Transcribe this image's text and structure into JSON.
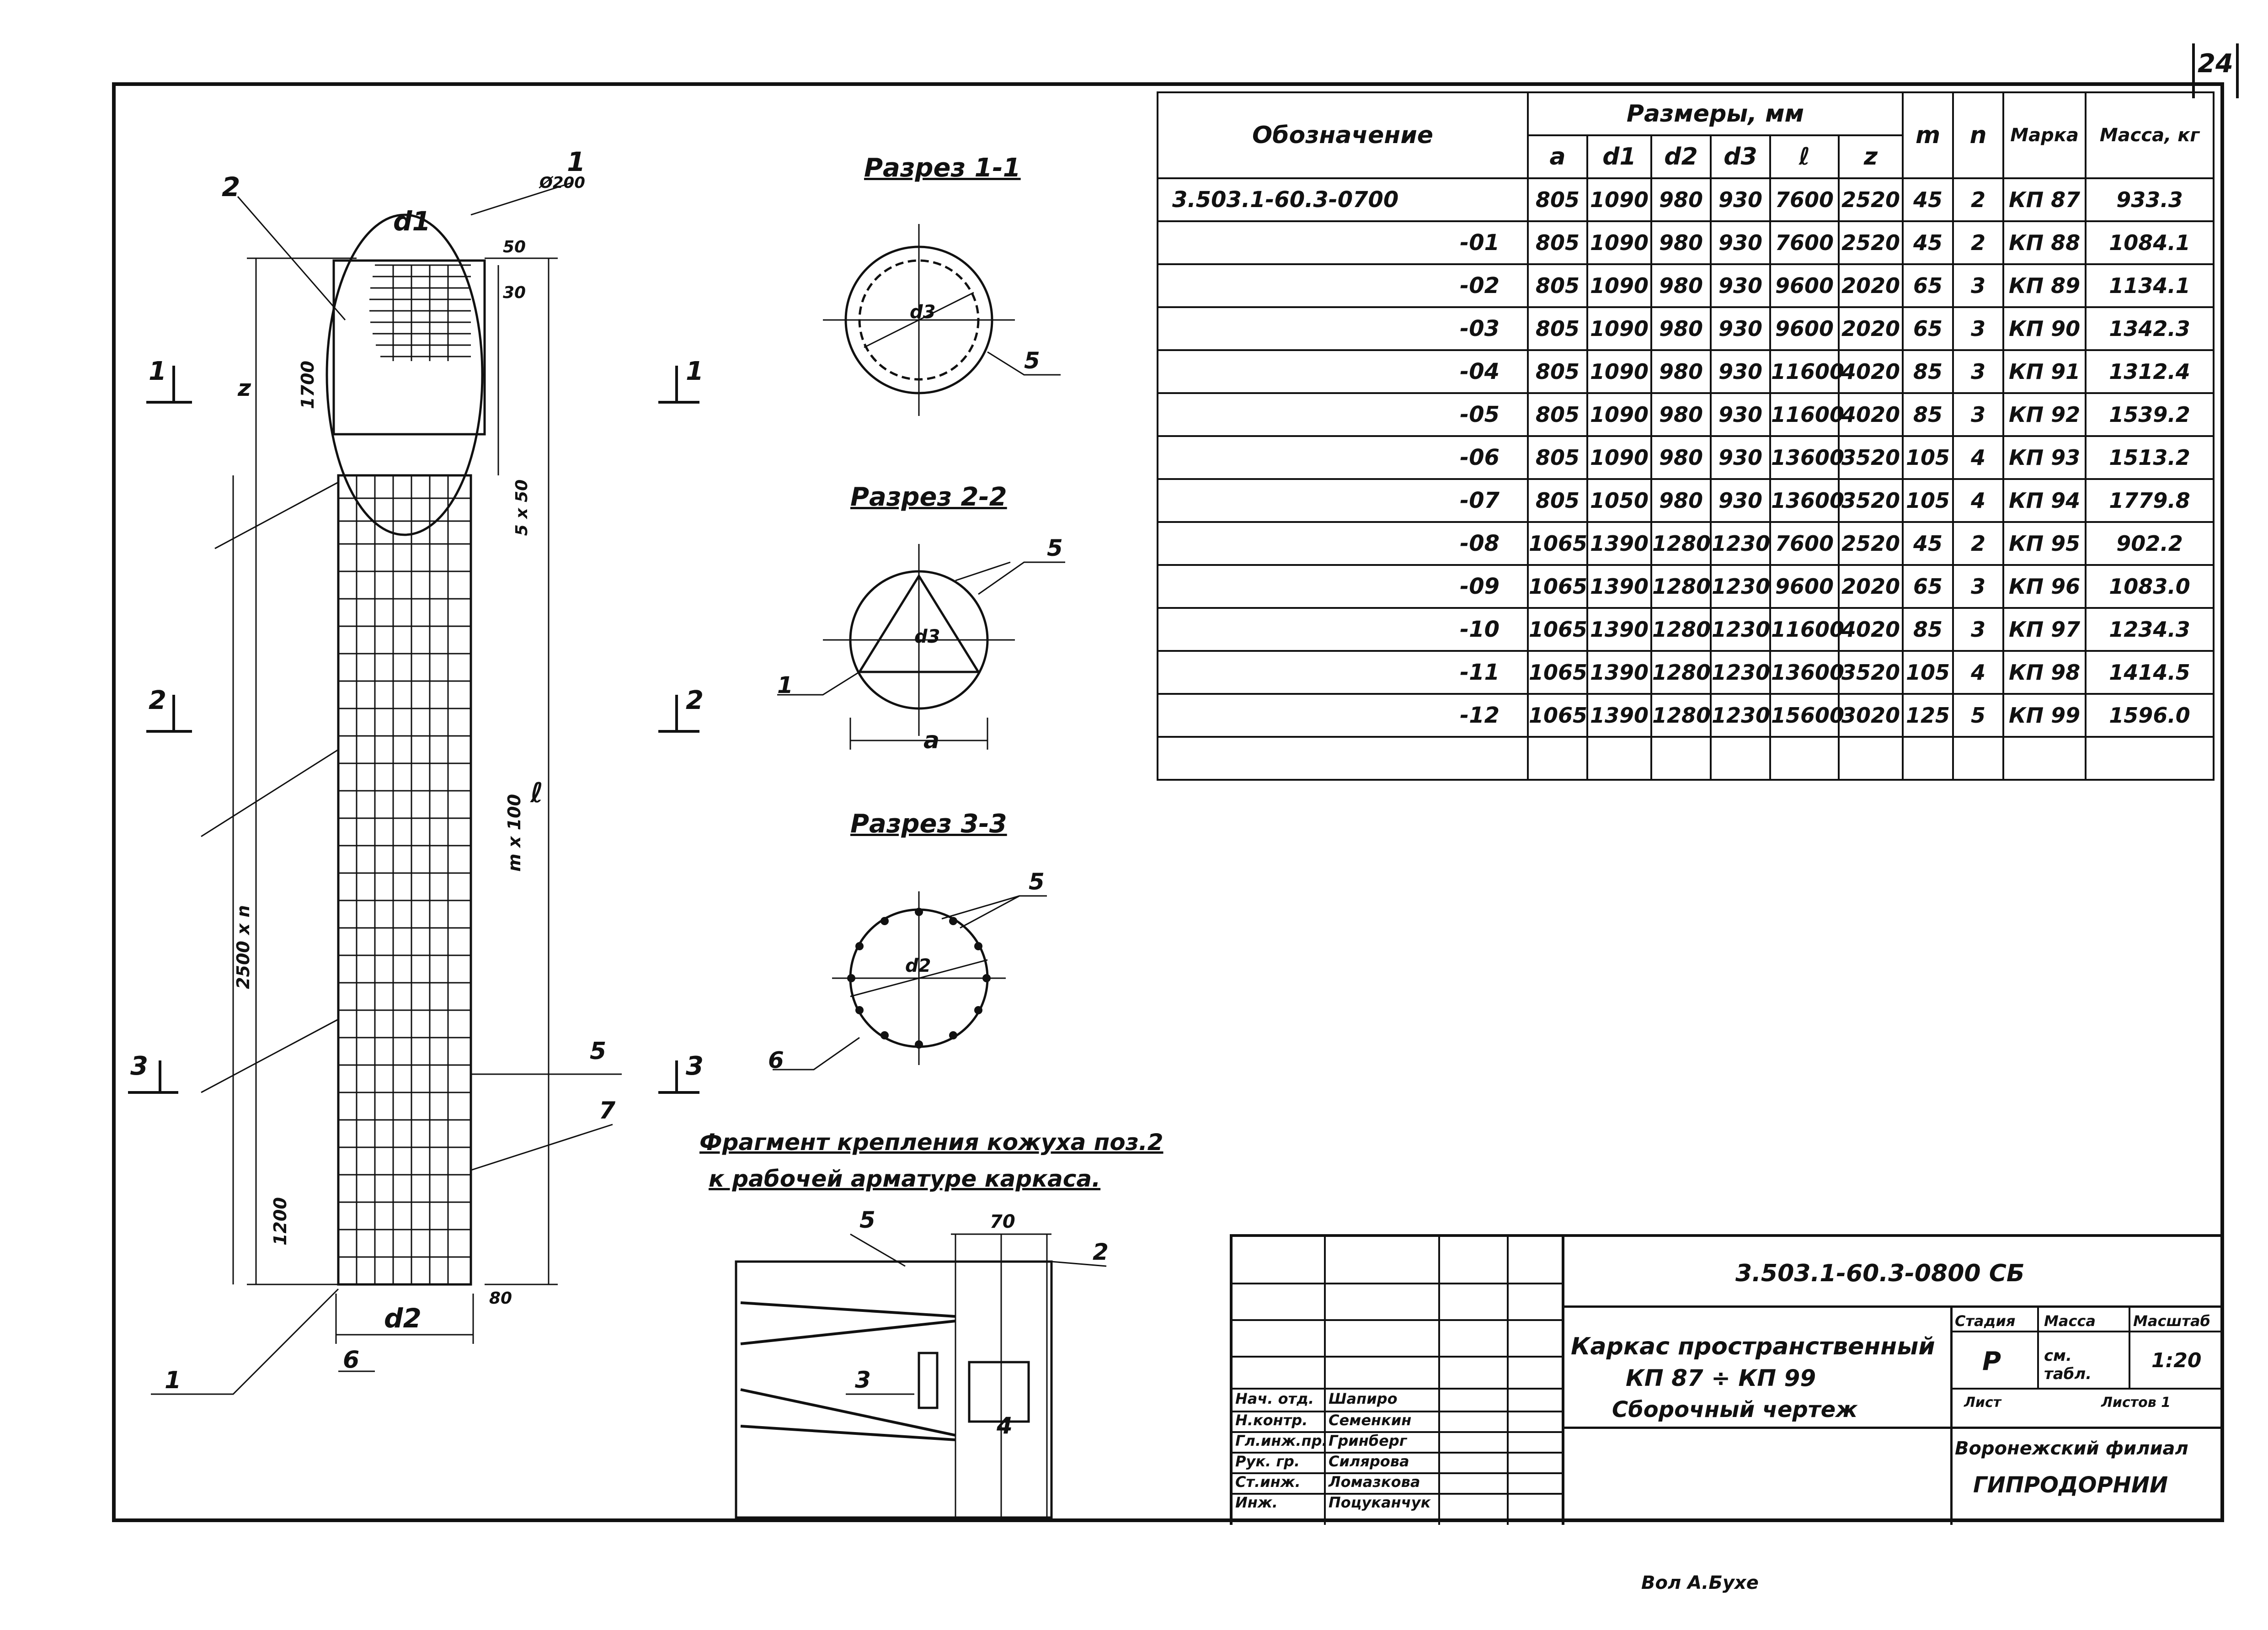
{
  "page_number": "24",
  "sections": {
    "s1": "Разрез 1-1",
    "s2": "Разрез 2-2",
    "s3": "Разрез 3-3",
    "fragment_line1": "Фрагмент крепления кожуха поз.2",
    "fragment_line2": "к рабочей арматуре каркаса."
  },
  "drawing_labels": {
    "d1": "d1",
    "d2": "d2",
    "d3": "d3",
    "a": "a",
    "z": "z",
    "l": "ℓ",
    "dim_1700": "1700",
    "dim_1200": "1200",
    "dim_2500n": "2500 x n",
    "dim_m100": "m x 100",
    "dim_50": "50",
    "dim_30": "30",
    "dim_5x50": "5 x 50",
    "dim_80": "80",
    "dim_70": "70",
    "ozon": "Ø200",
    "pos1": "1",
    "pos2": "2",
    "pos3": "3",
    "pos4": "4",
    "pos5": "5",
    "pos6": "6",
    "pos7": "7",
    "cut1": "1",
    "cut2": "2",
    "cut3": "3"
  },
  "table": {
    "header_designation": "Обозначение",
    "header_dims": "Размеры, мм",
    "header_m": "m",
    "header_n": "n",
    "header_mark": "Марка",
    "header_mass": "Масса, кг",
    "columns": [
      "a",
      "d1",
      "d2",
      "d3",
      "ℓ",
      "z"
    ],
    "rows": [
      [
        "3.503.1-60.3-0700",
        "805",
        "1090",
        "980",
        "930",
        "7600",
        "2520",
        "45",
        "2",
        "КП 87",
        "933.3"
      ],
      [
        "-01",
        "805",
        "1090",
        "980",
        "930",
        "7600",
        "2520",
        "45",
        "2",
        "КП 88",
        "1084.1"
      ],
      [
        "-02",
        "805",
        "1090",
        "980",
        "930",
        "9600",
        "2020",
        "65",
        "3",
        "КП 89",
        "1134.1"
      ],
      [
        "-03",
        "805",
        "1090",
        "980",
        "930",
        "9600",
        "2020",
        "65",
        "3",
        "КП 90",
        "1342.3"
      ],
      [
        "-04",
        "805",
        "1090",
        "980",
        "930",
        "11600",
        "4020",
        "85",
        "3",
        "КП 91",
        "1312.4"
      ],
      [
        "-05",
        "805",
        "1090",
        "980",
        "930",
        "11600",
        "4020",
        "85",
        "3",
        "КП 92",
        "1539.2"
      ],
      [
        "-06",
        "805",
        "1090",
        "980",
        "930",
        "13600",
        "3520",
        "105",
        "4",
        "КП 93",
        "1513.2"
      ],
      [
        "-07",
        "805",
        "1050",
        "980",
        "930",
        "13600",
        "3520",
        "105",
        "4",
        "КП 94",
        "1779.8"
      ],
      [
        "-08",
        "1065",
        "1390",
        "1280",
        "1230",
        "7600",
        "2520",
        "45",
        "2",
        "КП 95",
        "902.2"
      ],
      [
        "-09",
        "1065",
        "1390",
        "1280",
        "1230",
        "9600",
        "2020",
        "65",
        "3",
        "КП 96",
        "1083.0"
      ],
      [
        "-10",
        "1065",
        "1390",
        "1280",
        "1230",
        "11600",
        "4020",
        "85",
        "3",
        "КП 97",
        "1234.3"
      ],
      [
        "-11",
        "1065",
        "1390",
        "1280",
        "1230",
        "13600",
        "3520",
        "105",
        "4",
        "КП 98",
        "1414.5"
      ],
      [
        "-12",
        "1065",
        "1390",
        "1280",
        "1230",
        "15600",
        "3020",
        "125",
        "5",
        "КП 99",
        "1596.0"
      ],
      [
        "",
        "",
        "",
        "",
        "",
        "",
        "",
        "",
        "",
        "",
        ""
      ]
    ]
  },
  "title_block": {
    "doc_code": "3.503.1-60.3-0800 СБ",
    "title_l1": "Каркас пространственный",
    "title_l2": "КП 87 ÷ КП 99",
    "title_l3": "Сборочный чертеж",
    "stage_h": "Стадия",
    "mass_h": "Масса",
    "scale_h": "Масштаб",
    "stage": "Р",
    "mass": "см. табл.",
    "scale": "1:20",
    "sheet": "Лист",
    "sheets": "Листов 1",
    "org_l1": "Воронежский филиал",
    "org_l2": "ГИПРОДОРНИИ",
    "roles": [
      "Нач. отд.",
      "Н.контр.",
      "Гл.инж.пр.",
      "Рук. гр.",
      "Ст.инж.",
      "Инж."
    ],
    "names": [
      "Шапиро",
      "Семенкин",
      "Гринберг",
      "Силярова",
      "Ломазкова",
      "Поцуканчук"
    ]
  },
  "footer_signature": "Вол А.Бухе"
}
